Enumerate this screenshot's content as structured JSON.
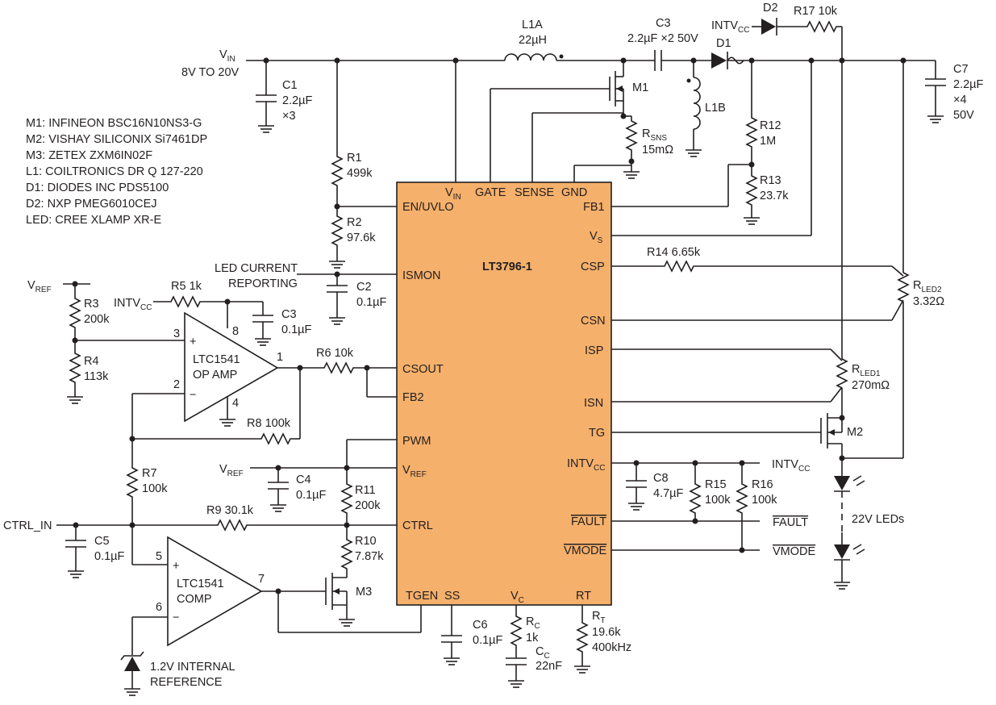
{
  "chip": {
    "name": "LT3796-1",
    "fill_color": "#f5b06b",
    "pins_left": [
      "EN/UVLO",
      "ISMON",
      "CSOUT",
      "FB2",
      "PWM",
      "CTRL"
    ],
    "pins_top": [
      "GATE",
      "SENSE",
      "GND"
    ],
    "pins_right": [
      "FB1",
      "CSP",
      "CSN",
      "ISP",
      "ISN",
      "TG",
      "FAULT",
      "VMODE"
    ],
    "pins_bottom": [
      "TGEN",
      "SS",
      "RT"
    ],
    "pin_vin": {
      "main": "V",
      "sub": "IN"
    },
    "pin_vs": {
      "main": "V",
      "sub": "S"
    },
    "pin_vref": {
      "main": "V",
      "sub": "REF"
    },
    "pin_intvcc": {
      "main": "INTV",
      "sub": "CC"
    },
    "pin_vc": {
      "main": "V",
      "sub": "C"
    }
  },
  "parts_list": [
    "M1: INFINEON BSC16N10NS3-G",
    "M2: VISHAY SILICONIX Si7461DP",
    "M3: ZETEX ZXM6IN02F",
    "L1: COILTRONICS DR Q 127-220",
    "D1: DIODES INC PDS5100",
    "D2: NXP PMEG6010CEJ",
    "LED: CREE XLAMP XR-E"
  ],
  "input": {
    "vin_main": "V",
    "vin_sub": "IN",
    "range": "8V TO 20V"
  },
  "components": {
    "c1": {
      "name": "C1",
      "value": "2.2µF",
      "mult": "×3"
    },
    "r1": {
      "name": "R1",
      "value": "499k"
    },
    "r2": {
      "name": "R2",
      "value": "97.6k"
    },
    "l1a": {
      "name": "L1A",
      "value": "22µH"
    },
    "c3": {
      "name": "C3",
      "value": "2.2µF ×2 50V"
    },
    "d1": {
      "name": "D1"
    },
    "d2": {
      "name": "D2"
    },
    "r17": {
      "name": "R17",
      "value": "10k"
    },
    "m1": {
      "name": "M1"
    },
    "rsns": {
      "main": "R",
      "sub": "SNS",
      "value": "15mΩ"
    },
    "l1b": {
      "name": "L1B"
    },
    "r12": {
      "name": "R12",
      "value": "1M"
    },
    "r13": {
      "name": "R13",
      "value": "23.7k"
    },
    "c7": {
      "name": "C7",
      "value": "2.2µF",
      "mult": "×4",
      "volt": "50V"
    },
    "r14": {
      "name": "R14",
      "value": "6.65k"
    },
    "rled2": {
      "main": "R",
      "sub": "LED2",
      "value": "3.32Ω"
    },
    "rled1": {
      "main": "R",
      "sub": "LED1",
      "value": "270mΩ"
    },
    "m2": {
      "name": "M2"
    },
    "c2": {
      "name": "C2",
      "value": "0.1µF"
    },
    "r3": {
      "name": "R3",
      "value": "200k"
    },
    "r4": {
      "name": "R4",
      "value": "113k"
    },
    "r5": {
      "name": "R5",
      "value": "1k"
    },
    "c3b": {
      "name": "C3",
      "value": "0.1µF"
    },
    "opamp": {
      "line1": "LTC1541",
      "line2": "OP AMP"
    },
    "r6": {
      "name": "R6",
      "value": "10k"
    },
    "r8": {
      "name": "R8",
      "value": "100k"
    },
    "r7": {
      "name": "R7",
      "value": "100k"
    },
    "c4": {
      "name": "C4",
      "value": "0.1µF"
    },
    "r11": {
      "name": "R11",
      "value": "200k"
    },
    "r9": {
      "name": "R9",
      "value": "30.1k"
    },
    "c5": {
      "name": "C5",
      "value": "0.1µF"
    },
    "r10": {
      "name": "R10",
      "value": "7.87k"
    },
    "m3": {
      "name": "M3"
    },
    "comp": {
      "line1": "LTC1541",
      "line2": "COMP"
    },
    "c6": {
      "name": "C6",
      "value": "0.1µF"
    },
    "rc": {
      "main": "R",
      "sub": "C",
      "value": "1k"
    },
    "cc": {
      "main": "C",
      "sub": "C",
      "value": "22nF"
    },
    "rt": {
      "main": "R",
      "sub": "T",
      "value": "19.6k",
      "freq": "400kHz"
    },
    "c8": {
      "name": "C8",
      "value": "4.7µF"
    },
    "r15": {
      "name": "R15",
      "value": "100k"
    },
    "r16": {
      "name": "R16",
      "value": "100k"
    },
    "ref": {
      "line1": "1.2V INTERNAL",
      "line2": "REFERENCE"
    },
    "leds": {
      "label": "22V LEDs"
    }
  },
  "nets": {
    "vref_main": "V",
    "vref_sub": "REF",
    "intvcc_main": "INTV",
    "intvcc_sub": "CC",
    "led_current_1": "LED CURRENT",
    "led_current_2": "REPORTING",
    "ctrl_in": "CTRL_IN",
    "fault": "FAULT",
    "vmode": "VMODE"
  },
  "opamp_pins": {
    "p3": "3",
    "p2": "2",
    "p8": "8",
    "p4": "4",
    "p1": "1",
    "plus": "+",
    "minus": "−"
  },
  "comp_pins": {
    "p5": "5",
    "p6": "6",
    "p7": "7",
    "plus": "+",
    "minus": "−"
  }
}
